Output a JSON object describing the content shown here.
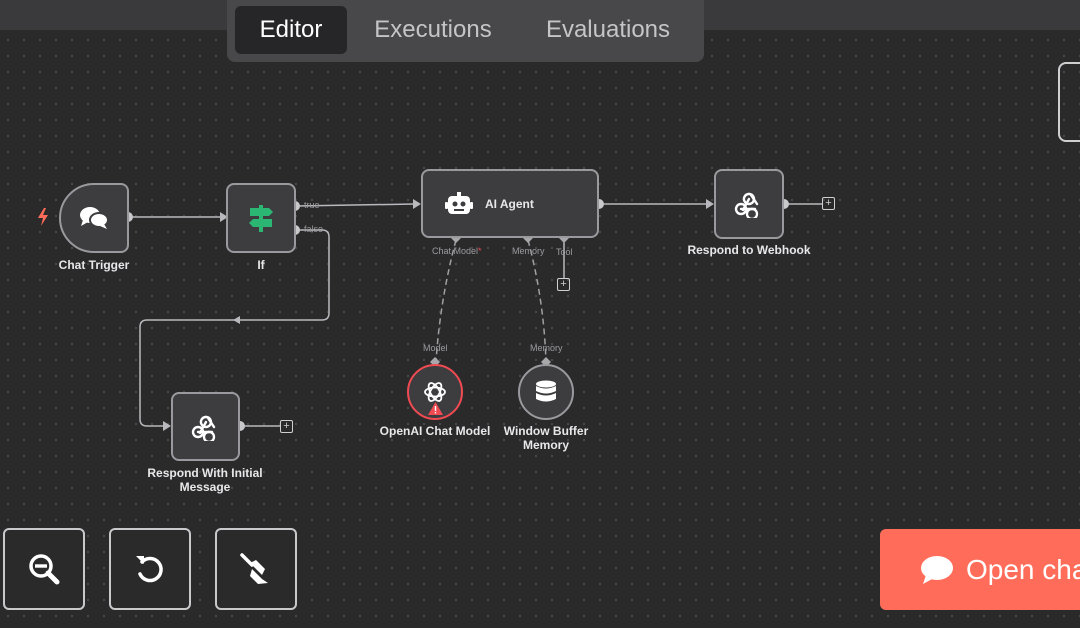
{
  "tabs": [
    {
      "label": "Editor",
      "active": true
    },
    {
      "label": "Executions",
      "active": false
    },
    {
      "label": "Evaluations",
      "active": false
    }
  ],
  "nodes": {
    "chat_trigger": {
      "label": "Chat Trigger",
      "icon": "chat-bubbles-icon"
    },
    "if": {
      "label": "If",
      "icon": "signpost-icon",
      "outputs": [
        "true",
        "false"
      ]
    },
    "ai_agent": {
      "label": "AI Agent",
      "icon": "robot-icon",
      "ports": [
        "Chat Model",
        "Memory",
        "Tool"
      ],
      "required_marker": "*"
    },
    "respond_to_webhook": {
      "label": "Respond to Webhook",
      "icon": "webhook-icon"
    },
    "respond_initial": {
      "label_line1": "Respond With Initial",
      "label_line2": "Message",
      "icon": "webhook-icon"
    },
    "openai_chat_model": {
      "label": "OpenAI Chat Model",
      "icon": "openai-icon",
      "port": "Model",
      "status": "warning"
    },
    "window_buffer_memory": {
      "label_line1": "Window Buffer",
      "label_line2": "Memory",
      "icon": "database-icon",
      "port": "Memory"
    }
  },
  "controls": [
    {
      "name": "zoom-out",
      "icon": "zoom-out-icon"
    },
    {
      "name": "reset",
      "icon": "undo-icon"
    },
    {
      "name": "clear",
      "icon": "broom-icon"
    }
  ],
  "chat_button": {
    "label": "Open chat",
    "icon": "chat-bubble-icon"
  },
  "colors": {
    "background": "#2a2a2b",
    "accent": "#ff6d5a",
    "trigger_bolt": "#ff6d5a",
    "if_icon": "#2bb673",
    "warning": "#f04a52"
  }
}
